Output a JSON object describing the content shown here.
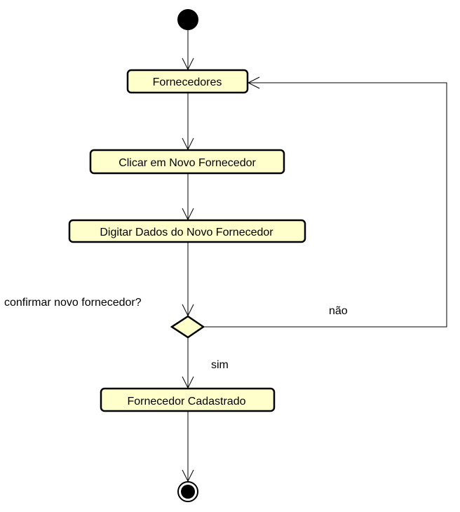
{
  "diagram": {
    "type": "uml-activity",
    "colors": {
      "node_fill": "#ffffcc",
      "stroke": "#000000",
      "background": "#ffffff"
    },
    "start": "initial-node",
    "end": "final-node",
    "actions": {
      "fornecedores": "Fornecedores",
      "clicar_novo": "Clicar em Novo Fornecedor",
      "digitar_dados": "Digitar Dados do Novo Fornecedor",
      "cadastrado": "Fornecedor Cadastrado"
    },
    "decision": {
      "question": "confirmar novo fornecedor?",
      "yes_label": "sim",
      "no_label": "não"
    },
    "flow": [
      [
        "initial-node",
        "fornecedores"
      ],
      [
        "fornecedores",
        "clicar_novo"
      ],
      [
        "clicar_novo",
        "digitar_dados"
      ],
      [
        "digitar_dados",
        "decision"
      ],
      [
        "decision",
        "cadastrado",
        "sim"
      ],
      [
        "decision",
        "fornecedores",
        "não"
      ],
      [
        "cadastrado",
        "final-node"
      ]
    ]
  }
}
